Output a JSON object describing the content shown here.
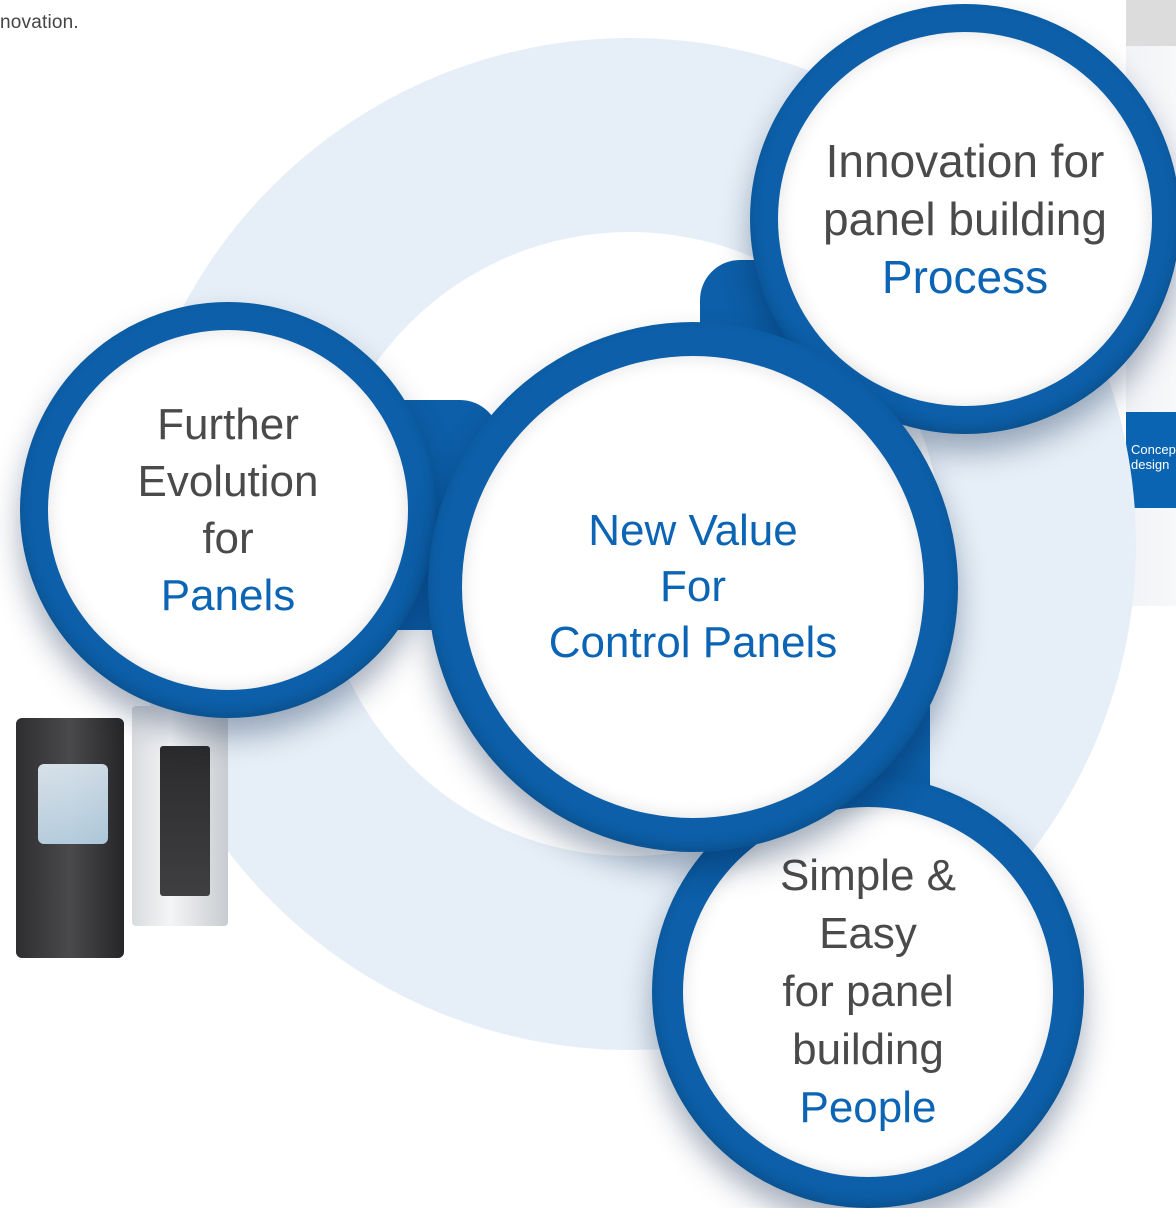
{
  "intro": {
    "text": "novation."
  },
  "side_panel": {
    "banner_text": "Concept design"
  },
  "center": {
    "line1": "New Value",
    "line2": "For",
    "line3": "Control Panels"
  },
  "process": {
    "line1": "Innovation for",
    "line2": "panel building",
    "accent": "Process"
  },
  "panels": {
    "line1": "Further",
    "line2": "Evolution",
    "line3": "for",
    "accent": "Panels"
  },
  "people": {
    "line1": "Simple &",
    "line2": "Easy",
    "line3": "for panel",
    "line4": "building",
    "accent": "People"
  },
  "colors": {
    "brand_blue": "#0c5fa8",
    "accent_text": "#0c64b4",
    "ring": "#e6eff7"
  }
}
